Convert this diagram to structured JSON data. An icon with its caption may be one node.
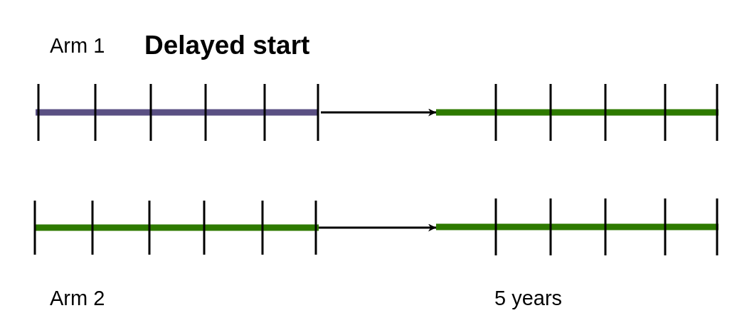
{
  "diagram": {
    "title": "Delayed start",
    "nodes": [
      {
        "text": [],
        "shape": "bar"
      },
      {
        "text": [],
        "shape": "bar"
      },
      {
        "text": [],
        "shape": "bar"
      },
      {
        "text": [],
        "shape": "bar"
      }
    ],
    "edges": [
      {
        "from": 0,
        "to": 1,
        "arrow": "to"
      },
      {
        "from": 2,
        "to": 3,
        "arrow": "to"
      }
    ],
    "labels": [
      "Arm 1",
      "Arm 2",
      "5 years"
    ]
  }
}
